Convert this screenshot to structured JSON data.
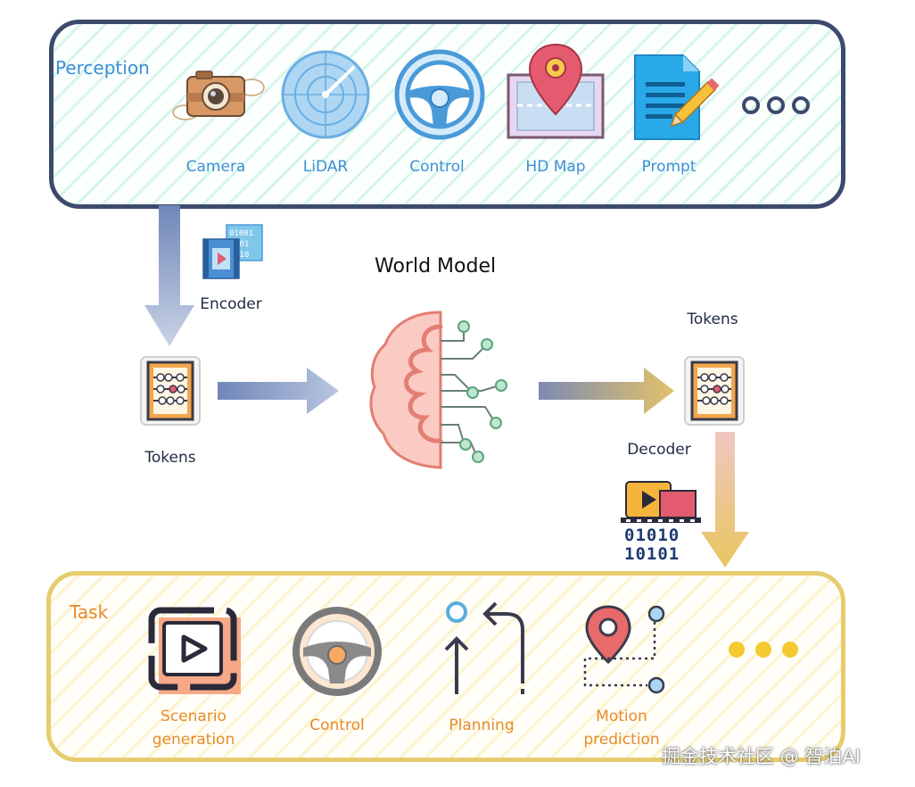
{
  "perception": {
    "title": "Perception",
    "items": [
      {
        "label": "Camera",
        "icon": "camera-icon"
      },
      {
        "label": "LiDAR",
        "icon": "radar-icon"
      },
      {
        "label": "Control",
        "icon": "steering-wheel-icon"
      },
      {
        "label": "HD Map",
        "icon": "map-pin-icon"
      },
      {
        "label": "Prompt",
        "icon": "document-pen-icon"
      }
    ],
    "more_icon": "ellipsis-icon"
  },
  "model": {
    "title": "World Model",
    "encoder_label": "Encoder",
    "decoder_label": "Decoder",
    "input_tokens_label": "Tokens",
    "output_tokens_label": "Tokens",
    "binary_lines": [
      "01010",
      "10101"
    ]
  },
  "task": {
    "title": "Task",
    "items": [
      {
        "label_line1": "Scenario",
        "label_line2": "generation",
        "icon": "video-play-icon"
      },
      {
        "label_line1": "Control",
        "label_line2": "",
        "icon": "steering-wheel-icon"
      },
      {
        "label_line1": "Planning",
        "label_line2": "",
        "icon": "route-arrows-icon"
      },
      {
        "label_line1": "Motion",
        "label_line2": "prediction",
        "icon": "location-path-icon"
      }
    ],
    "more_icon": "ellipsis-icon"
  },
  "watermark": "掘金技术社区 @ 智泊AI",
  "colors": {
    "perception_border": "#3c4a6e",
    "perception_text": "#3b8fd6",
    "task_border": "#e6cc6e",
    "task_text": "#e78a2a",
    "brain": "#f59a8e",
    "circuit": "#6bbf9a"
  }
}
